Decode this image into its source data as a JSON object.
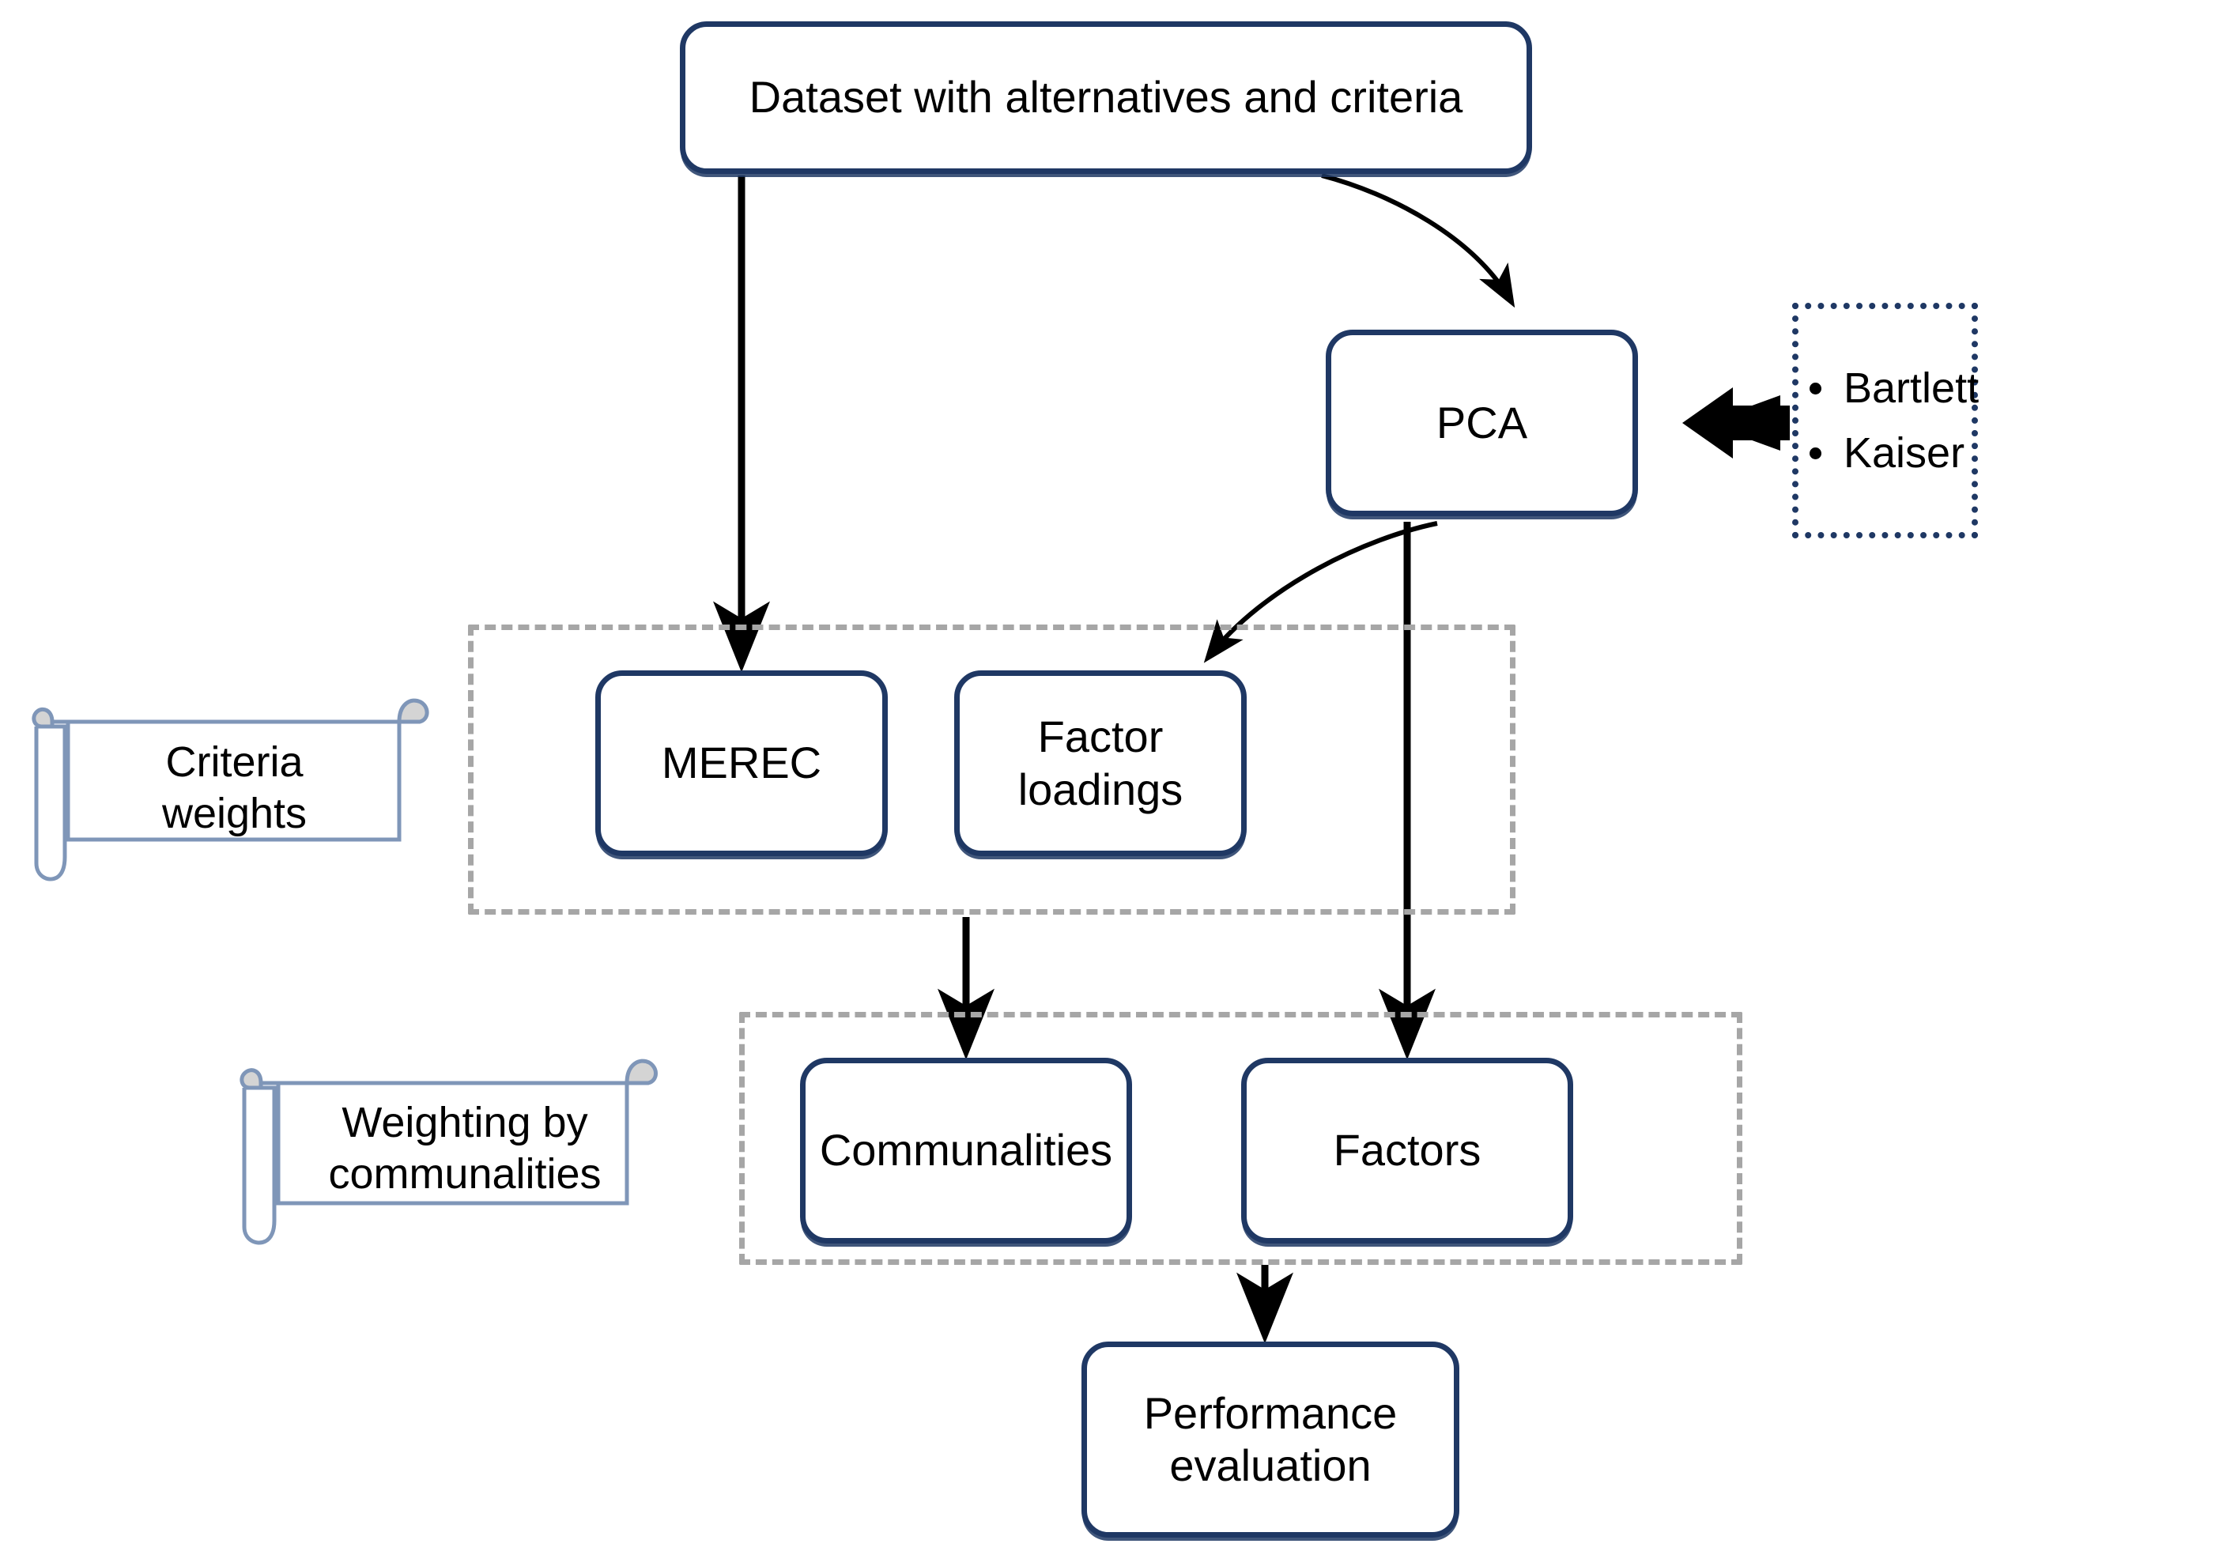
{
  "diagram": {
    "title_node": {
      "label": "Dataset with alternatives and criteria"
    },
    "nodes": {
      "dataset": "Dataset with alternatives and criteria",
      "pca": "PCA",
      "merec": "MEREC",
      "factor_loadings_line1": "Factor",
      "factor_loadings_line2": "loadings",
      "communalities": "Communalities",
      "factors": "Factors",
      "performance_line1": "Performance",
      "performance_line2": "evaluation"
    },
    "assumptions_box": {
      "items": [
        "Bartlett",
        "Kaiser"
      ]
    },
    "annotations": {
      "criteria_weights_line1": "Criteria",
      "criteria_weights_line2": "weights",
      "weighting_line1": "Weighting by",
      "weighting_line2": "communalities"
    },
    "colors": {
      "node_border": "#1f3864",
      "dashed_group": "#a6a6a6",
      "scroll_outline": "#7f96b8",
      "scroll_curl_fill": "#d4d4d4",
      "arrow": "#000000",
      "background": "#ffffff"
    }
  }
}
